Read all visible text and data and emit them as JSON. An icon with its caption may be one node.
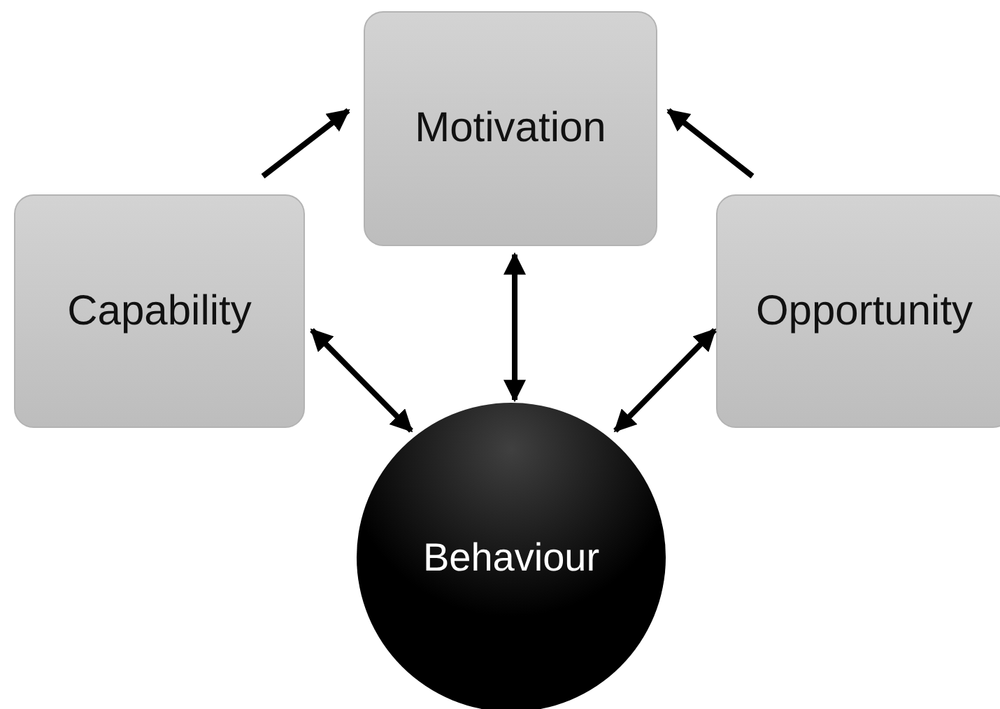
{
  "diagram": {
    "nodes": [
      {
        "text": [
          "Motivation"
        ]
      },
      {
        "text": [
          "Capability"
        ]
      },
      {
        "text": [
          "Opportunity"
        ]
      },
      {
        "text": [
          "Behaviour"
        ]
      }
    ],
    "edges": [
      {
        "from": 1,
        "to": 0,
        "arrow": "to"
      },
      {
        "from": 2,
        "to": 0,
        "arrow": "to"
      },
      {
        "from": 0,
        "to": 3,
        "arrow": "both"
      },
      {
        "from": 1,
        "to": 3,
        "arrow": "both"
      },
      {
        "from": 2,
        "to": 3,
        "arrow": "both"
      }
    ]
  }
}
